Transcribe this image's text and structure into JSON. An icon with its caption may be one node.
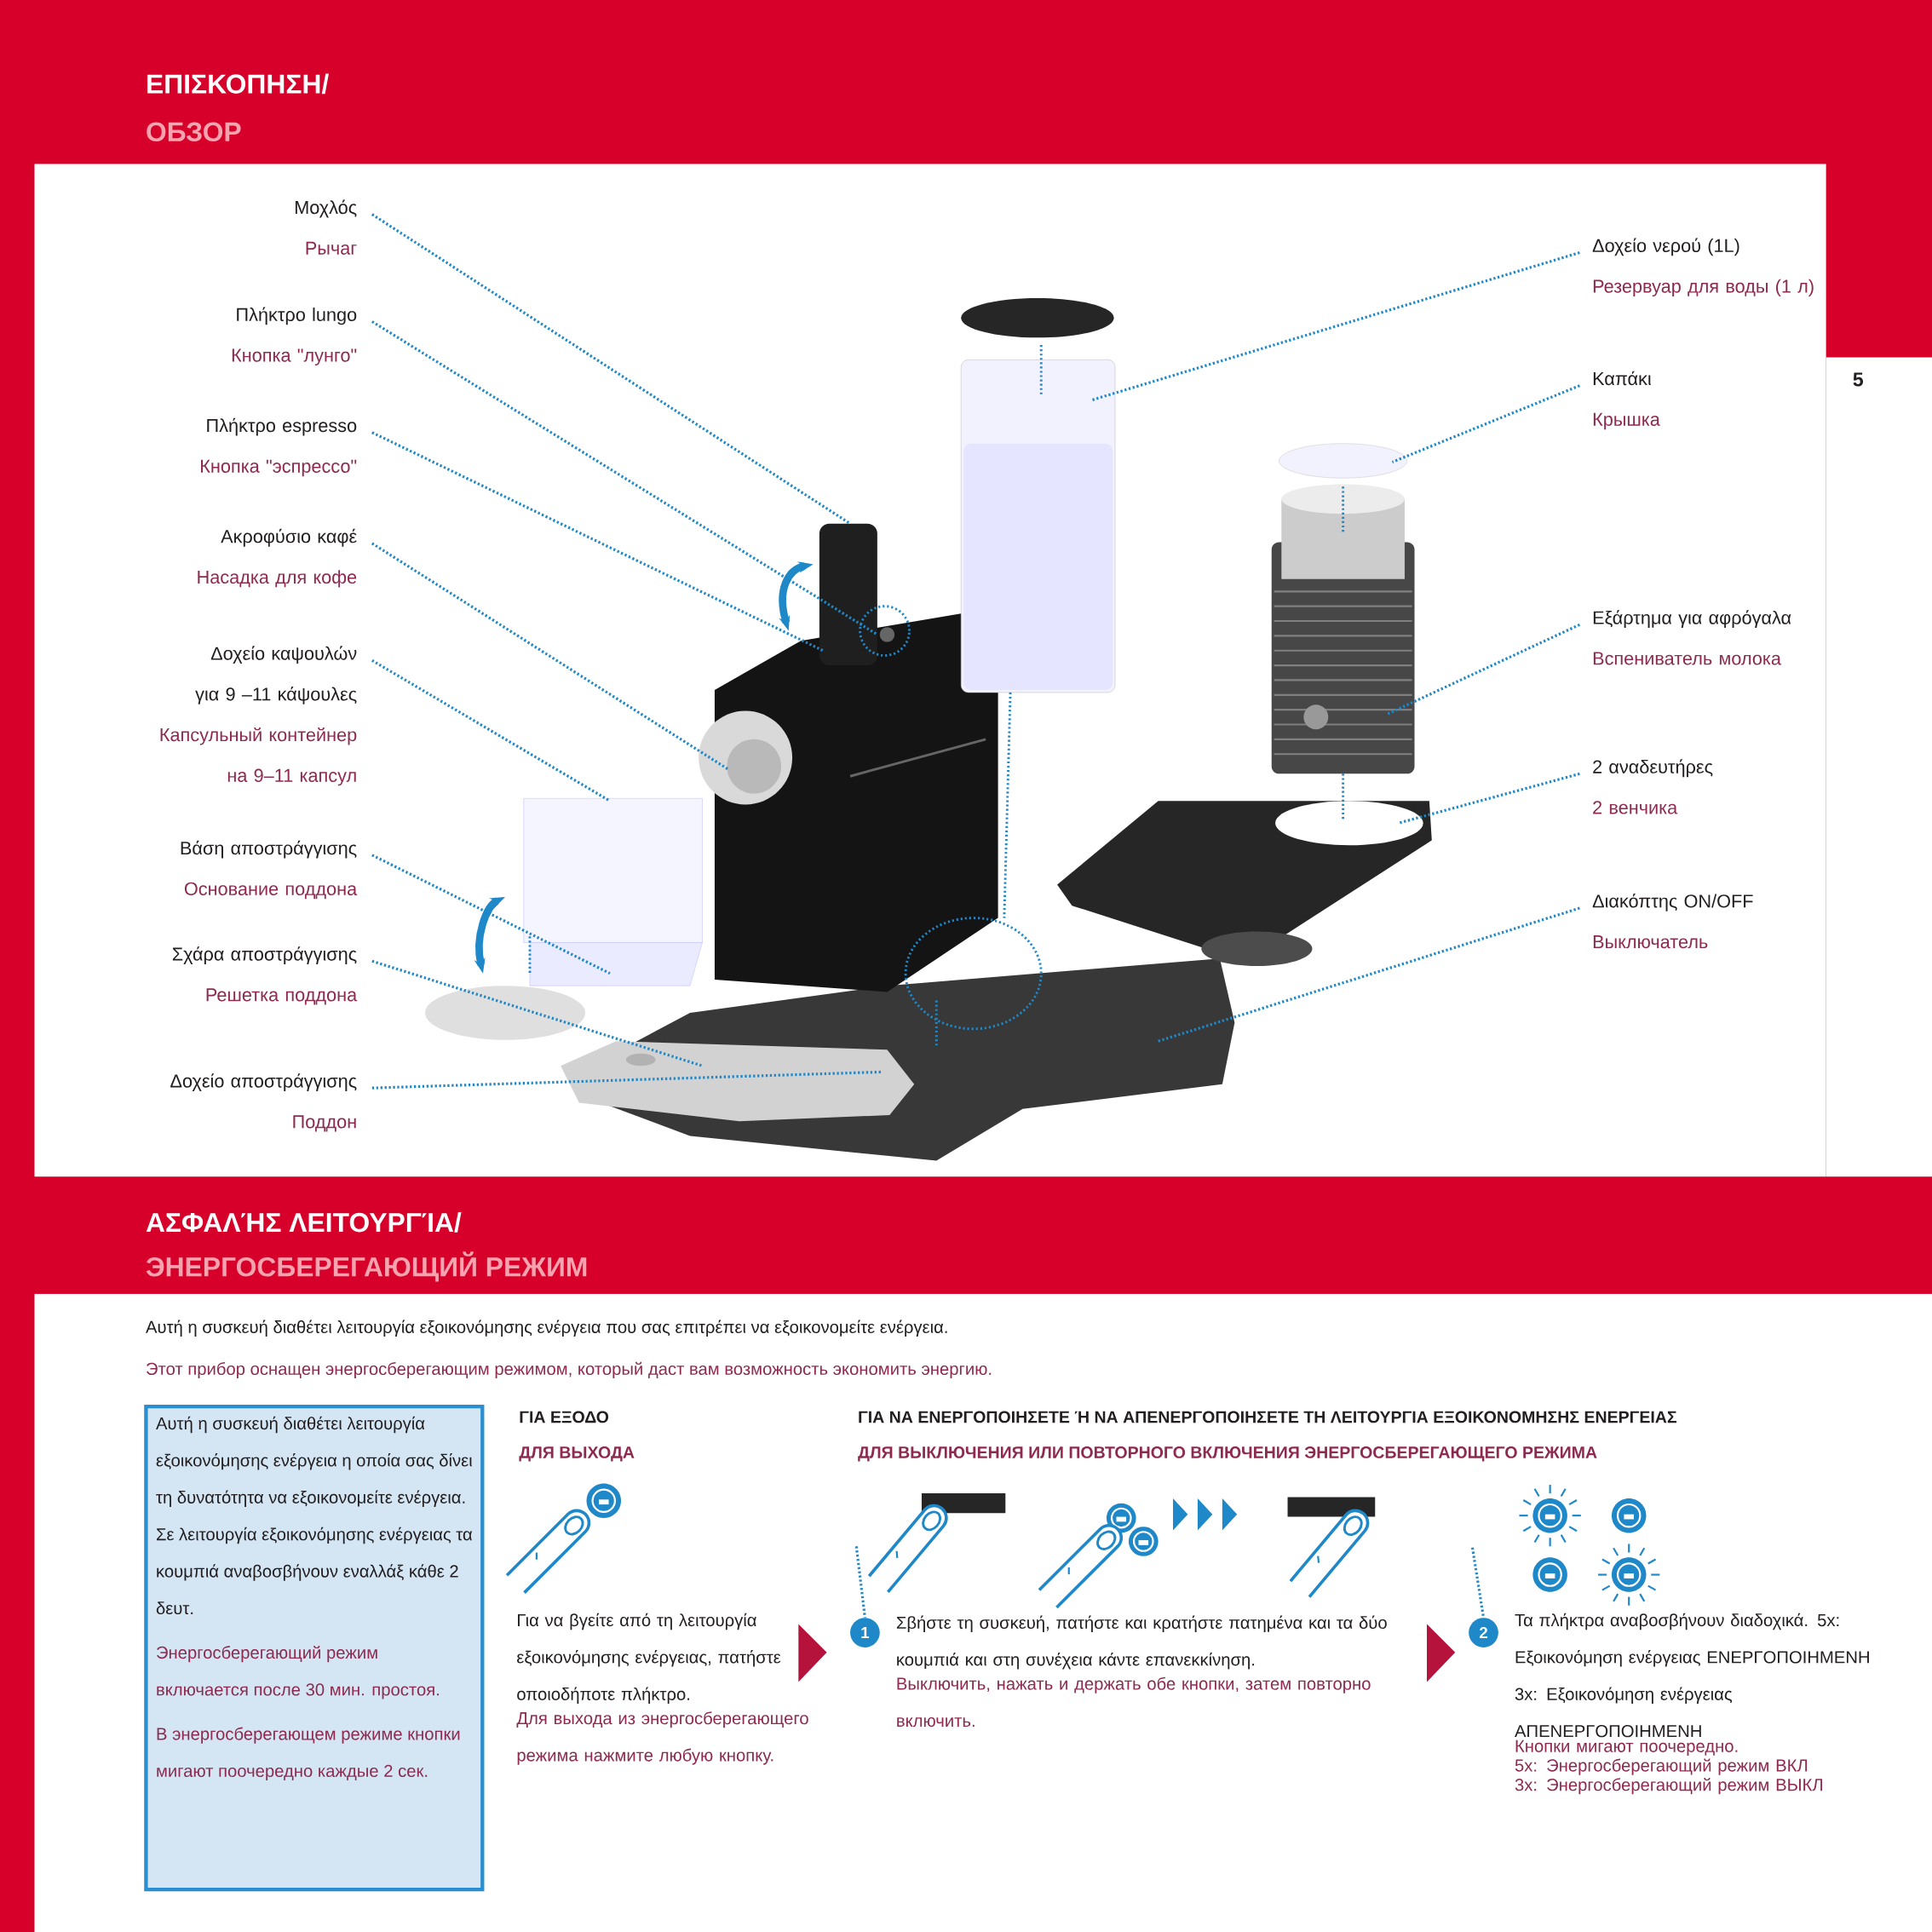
{
  "diagram": {
    "nodes": [
      {
        "text": [
          "Μοχλός",
          "Рычаг"
        ]
      },
      {
        "text": [
          "Πλήκτρο lungo",
          "Кнопка \"лунго\""
        ]
      },
      {
        "text": [
          "Πλήκτρο espresso",
          "Кнопка \"эспрессо\""
        ]
      },
      {
        "text": [
          "Ακροφύσιο καφέ",
          "Насадка для кофе"
        ]
      },
      {
        "text": [
          "Δοχείο καψουλών για 9 –11 κάψουλες",
          "Капсульный контейнер на 9–11 капсул"
        ]
      },
      {
        "text": [
          "Βάση αποστράγγισης",
          "Основание поддона"
        ]
      },
      {
        "text": [
          "Σχάρα αποστράγγισης",
          "Решетка поддона"
        ]
      },
      {
        "text": [
          "Δοχείο αποστράγγισης",
          "Поддон"
        ]
      },
      {
        "text": [
          "Δοχείο νερού (1L)",
          "Резервуар для воды (1 л)"
        ]
      },
      {
        "text": [
          "Καπάκι",
          "Крышка"
        ]
      },
      {
        "text": [
          "Εξάρτημα για αφρόγαλα",
          "Вспениватель молока"
        ]
      },
      {
        "text": [
          "2 αναδευτήρες",
          "2 венчика"
        ]
      },
      {
        "text": [
          "Διακόπτης ON/OFF",
          "Выключатель"
        ]
      },
      {
        "text": [
          "Αυτή η συσκευή διαθέτει λειτουργία εξοικονόμησης ενέργεια η οποία σας δίνει τη δυνατότητα να εξοικονομείτε ενέργεια. Σε λειτουργία εξοικονόμησης ενέργειας τα κουμπιά αναβοσβήνουν εναλλάξ κάθε 2 δευτ.",
          "Энергосберегающий режим включается после 30 мин. простоя.",
          "В энергосберегающем режиме кнопки мигают поочередно каждые 2 сек."
        ]
      },
      {
        "text": [
          "1"
        ]
      },
      {
        "text": [
          "2"
        ]
      }
    ],
    "edges": [
      {
        "from": 0,
        "to": null,
        "arrow": "none"
      },
      {
        "from": 1,
        "to": null,
        "arrow": "none"
      },
      {
        "from": 2,
        "to": null,
        "arrow": "none"
      },
      {
        "from": 3,
        "to": null,
        "arrow": "none"
      },
      {
        "from": 4,
        "to": null,
        "arrow": "none"
      },
      {
        "from": 5,
        "to": null,
        "arrow": "none"
      },
      {
        "from": 6,
        "to": null,
        "arrow": "none"
      },
      {
        "from": 7,
        "to": null,
        "arrow": "none"
      },
      {
        "from": 8,
        "to": null,
        "arrow": "none"
      },
      {
        "from": 9,
        "to": null,
        "arrow": "none"
      },
      {
        "from": 10,
        "to": null,
        "arrow": "none"
      },
      {
        "from": 11,
        "to": null,
        "arrow": "none"
      },
      {
        "from": 12,
        "to": null,
        "arrow": "none"
      },
      {
        "from": null,
        "to": 14,
        "arrow": "none"
      },
      {
        "from": null,
        "to": 15,
        "arrow": "none"
      }
    ],
    "labels": [
      "ΕΠΙΣΚΟΠΗΣΗ/",
      "ОБЗОР",
      "5",
      "ΑΣΦΑΛΉΣ ΛΕΙΤΟΥΡΓΊΑ/",
      "ЭНЕРГОСБЕРЕГАЮЩИЙ РЕЖИМ",
      "Αυτή η συσκευή διαθέτει λειτουργία εξοικονόμησης ενέργεια που σας επιτρέπει να εξοικονομείτε ενέργεια.",
      "Этот прибор оснащен энергосберегающим режимом, который даст вам возможность экономить энергию.",
      "ΓΙΑ ΕΞΟΔΟ",
      "ДЛЯ ВЫХОДА",
      "Για να βγείτε από τη λειτουργία εξοικονόμησης ενέργειας, πατήστε οποιοδήποτε πλήκτρο.",
      "Для выхода из энергосберегающего режима нажмите любую кнопку.",
      "ΓΙΑ ΝΑ ΕΝΕΡΓΟΠΟΙΗΣΕΤΕ Ή ΝΑ ΑΠΕΝΕΡΓΟΠΟΙΗΣΕΤΕ ΤΗ ΛΕΙΤΟΥΡΓΙΑ ΕΞΟΙΚΟΝΟΜΗΣΗΣ ΕΝΕΡΓΕΙΑΣ",
      "ДЛЯ ВЫКЛЮЧЕНИЯ ИЛИ ПОВТОРНОГО ВКЛЮЧЕНИЯ ЭНЕРГОСБЕРЕГАЮЩЕГО РЕЖИМА",
      "Σβήστε τη συσκευή, πατήστε και κρατήστε πατημένα και τα δύο κουμπιά και στη συνέχεια κάντε επανεκκίνηση.",
      "Выключить, нажать и держать обе кнопки, затем повторно включить.",
      "Τα πλήκτρα αναβοσβήνουν διαδοχικά. 5x: Εξοικονόμηση ενέργειας ΕΝΕΡΓΟΠΟΙΗΜΕΝΗ 3x: Εξοικονόμηση ενέργειας ΑΠΕΝΕΡΓΟΠΟΙΗΜΕΝΗ",
      "Кнопки мигают поочередно.",
      "5x: Энергосберегающий режим ВКЛ",
      "3x: Энергосберегающий режим ВЫКЛ"
    ]
  }
}
